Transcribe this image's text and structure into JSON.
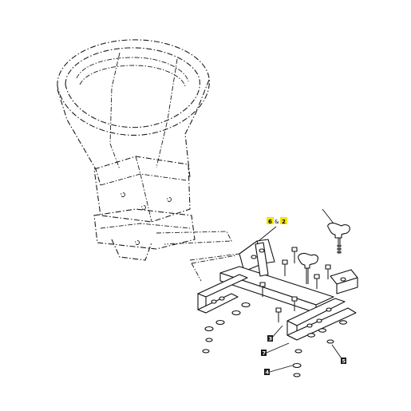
{
  "callouts": {
    "main_left": "6",
    "main_amp": "&",
    "main_right": "2",
    "bolt_tag": "3",
    "bracket_tag": "7",
    "washer_tag": "4",
    "nut_tag": "5"
  },
  "colors": {
    "highlight": "#f2e600",
    "tag_fill": "#1a1a1a",
    "line": "#111111"
  },
  "icons": {
    "spreader_hopper": "dashed-hopper-outline",
    "mount_frame": "mount-frame-assembly",
    "knob": "t-knob-icon"
  }
}
